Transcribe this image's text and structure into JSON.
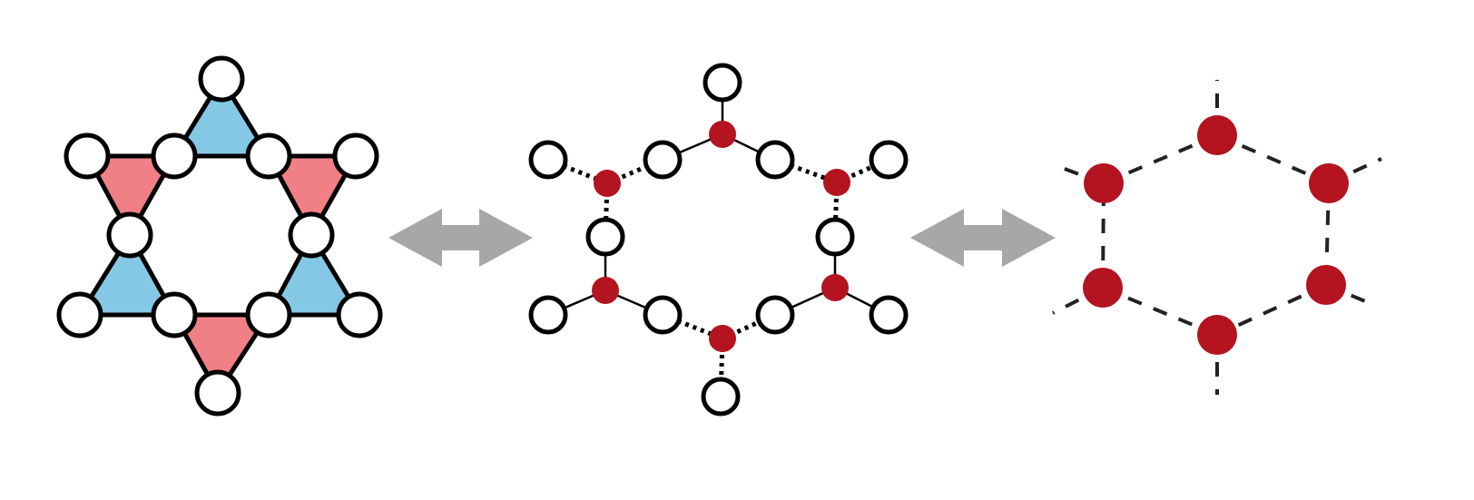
{
  "colors": {
    "background": "#ffffff",
    "outline": "#000000",
    "node_fill": "#ffffff",
    "triangle_up": "#85c8e6",
    "triangle_down": "#f08085",
    "site_red": "#b3141f",
    "arrow_gray": "#a5a8a7",
    "dashed_bond": "#222222"
  },
  "panels": [
    {
      "id": "kagome-lattice",
      "description_icon": "star-of-david-triangles-icon"
    },
    {
      "id": "decorated-honeycomb",
      "description_icon": "decorated-hexagon-icon"
    },
    {
      "id": "honeycomb-lattice",
      "description_icon": "hexagon-sites-icon"
    }
  ],
  "arrows": [
    {
      "id": "arrow-1",
      "icon": "double-headed-arrow-icon"
    },
    {
      "id": "arrow-2",
      "icon": "double-headed-arrow-icon"
    }
  ]
}
